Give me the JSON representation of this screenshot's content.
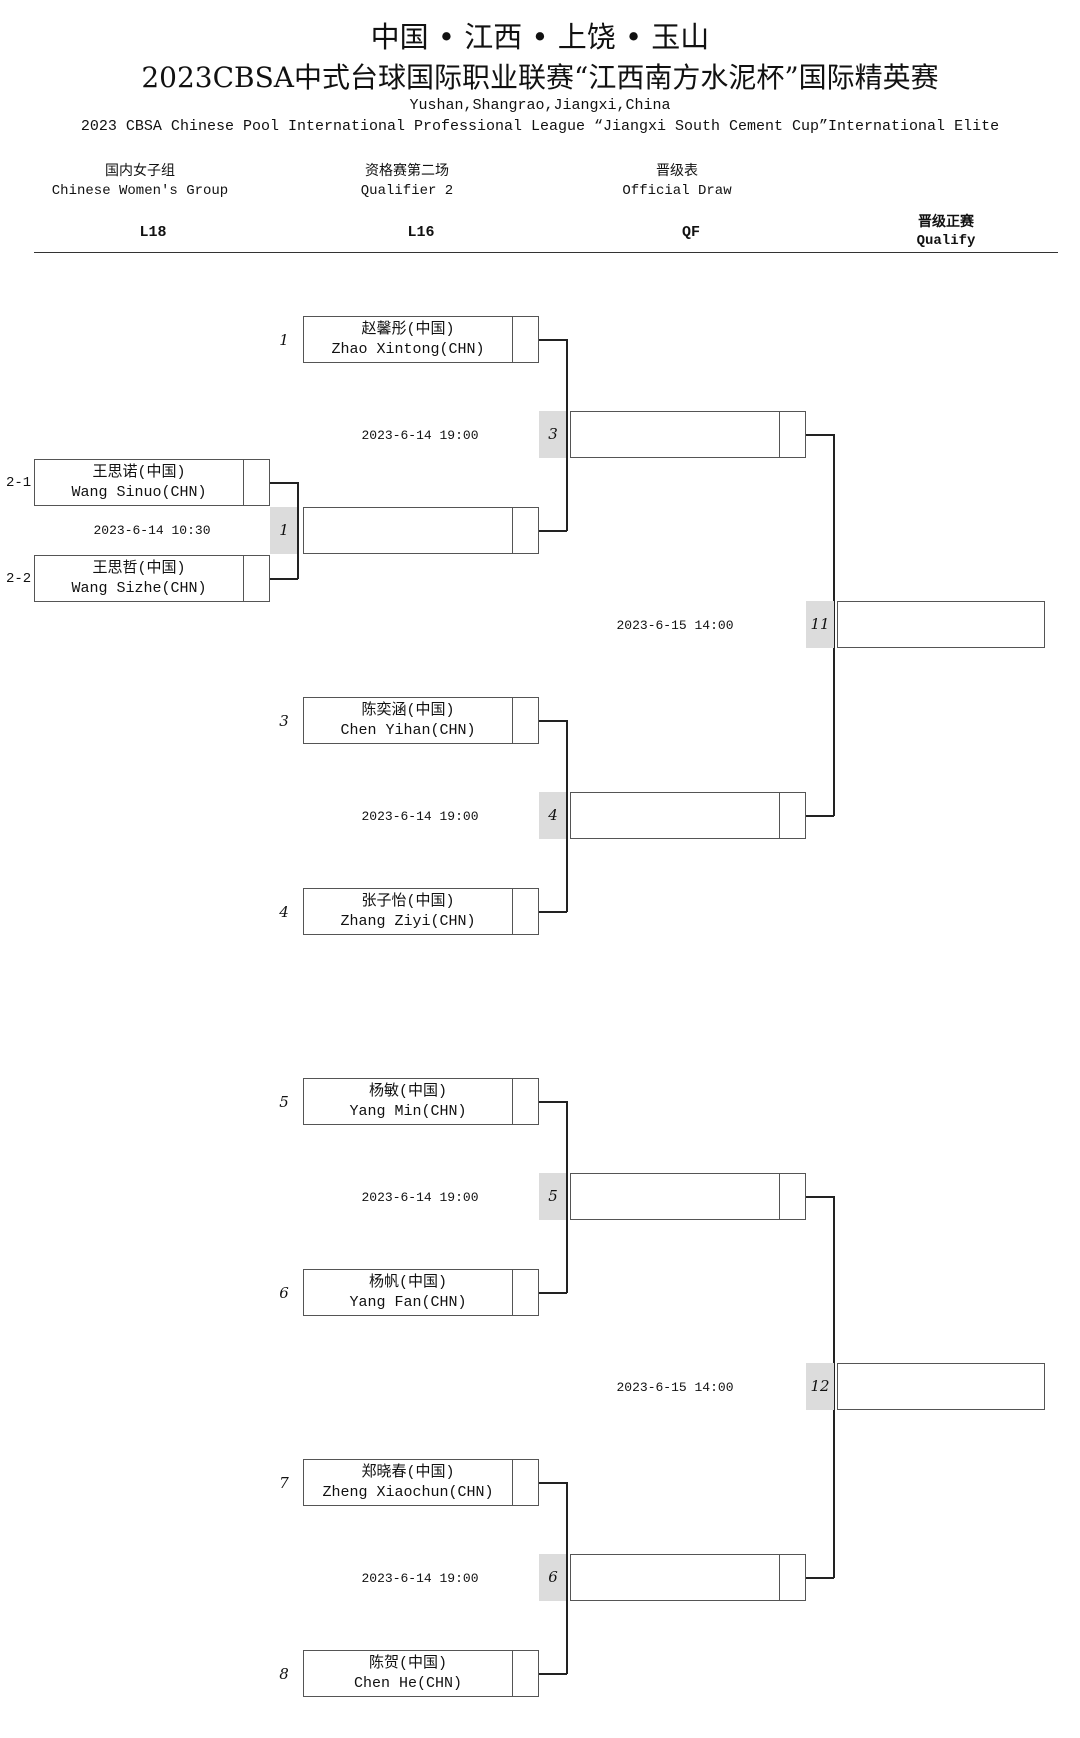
{
  "title": {
    "line1": "中国 • 江西 • 上饶 • 玉山",
    "line2": "2023CBSA中式台球国际职业联赛“江西南方水泥杯”国际精英赛",
    "line3": "Yushan,Shangrao,Jiangxi,China",
    "line4": "2023 CBSA Chinese Pool International Professional League “Jiangxi South Cement Cup”International Elite"
  },
  "header": {
    "group_cn": "国内女子组",
    "group_en": "Chinese Women's Group",
    "stage_cn": "资格赛第二场",
    "stage_en": "Qualifier 2",
    "draw_cn": "晋级表",
    "draw_en": "Official Draw"
  },
  "rounds": {
    "l18": "L18",
    "l16": "L16",
    "qf": "QF",
    "qualify_cn": "晋级正赛",
    "qualify_en": "Qualify"
  },
  "players": {
    "p1_cn": "赵馨彤(中国)",
    "p1_en": "Zhao Xintong(CHN)",
    "w1_cn": "王思诺(中国)",
    "w1_en": "Wang Sinuo(CHN)",
    "w2_cn": "王思哲(中国)",
    "w2_en": "Wang Sizhe(CHN)",
    "p3_cn": "陈奕涵(中国)",
    "p3_en": "Chen Yihan(CHN)",
    "p4_cn": "张子怡(中国)",
    "p4_en": "Zhang Ziyi(CHN)",
    "p5_cn": "杨敏(中国)",
    "p5_en": "Yang Min(CHN)",
    "p6_cn": "杨帆(中国)",
    "p6_en": "Yang Fan(CHN)",
    "p7_cn": "郑晓春(中国)",
    "p7_en": "Zheng Xiaochun(CHN)",
    "p8_cn": "陈贺(中国)",
    "p8_en": "Chen He(CHN)"
  },
  "seeds": {
    "s1": "1",
    "s3": "3",
    "s4": "4",
    "s5": "5",
    "s6": "6",
    "s7": "7",
    "s8": "8",
    "w1": "2-1",
    "w2": "2-2"
  },
  "matches": {
    "m1": "1",
    "m3": "3",
    "m4": "4",
    "m5": "5",
    "m6": "6",
    "m11": "11",
    "m12": "12"
  },
  "times": {
    "t_m1": "2023-6-14 10:30",
    "t_m3": "2023-6-14 19:00",
    "t_m4": "2023-6-14 19:00",
    "t_m5": "2023-6-14 19:00",
    "t_m6": "2023-6-14 19:00",
    "t_m11": "2023-6-15 14:00",
    "t_m12": "2023-6-15 14:00"
  }
}
